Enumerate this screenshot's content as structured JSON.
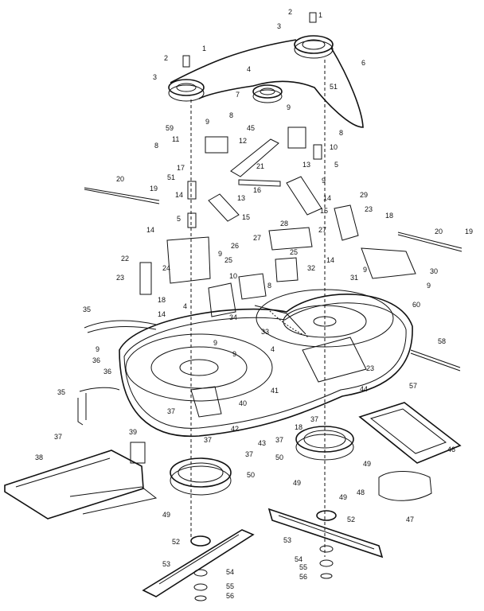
{
  "diagram": {
    "callouts": [
      "1",
      "2",
      "3",
      "4",
      "5",
      "6",
      "7",
      "8",
      "9",
      "10",
      "11",
      "12",
      "13",
      "14",
      "15",
      "16",
      "17",
      "18",
      "19",
      "20",
      "21",
      "22",
      "23",
      "24",
      "25",
      "26",
      "27",
      "28",
      "29",
      "30",
      "31",
      "32",
      "33",
      "34",
      "35",
      "36",
      "37",
      "38",
      "39",
      "40",
      "41",
      "42",
      "43",
      "44",
      "45",
      "46",
      "47",
      "48",
      "49",
      "50",
      "51",
      "52",
      "53",
      "54",
      "55",
      "56",
      "57",
      "58",
      "59",
      "60"
    ]
  }
}
